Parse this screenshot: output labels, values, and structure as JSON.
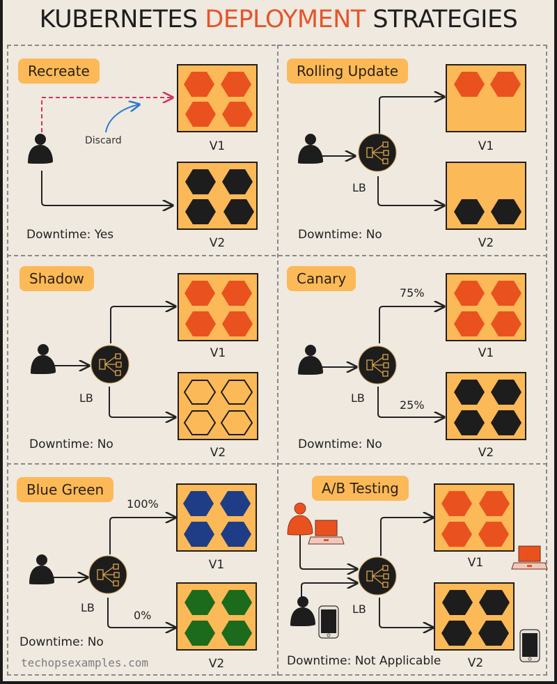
{
  "title": {
    "prefix": "KUBERNETES ",
    "accent": "DEPLOYMENT",
    "suffix": " STRATEGIES"
  },
  "colors": {
    "accent": "#e5552a",
    "pill": "#fcb957",
    "background": "#efe9e0",
    "v1_orange": "#e9521f",
    "v2_black": "#1d1d1d",
    "blue": "#1f3d86",
    "green": "#1c6a1c",
    "discard_arrow": "#d6305f",
    "discard_curve": "#2b7bd1"
  },
  "panels": {
    "recreate": {
      "label": "Recreate",
      "discard": "Discard",
      "v1": "V1",
      "v2": "V2",
      "downtime": "Downtime: Yes"
    },
    "rolling": {
      "label": "Rolling Update",
      "lb": "LB",
      "v1": "V1",
      "v2": "V2",
      "downtime": "Downtime: No"
    },
    "shadow": {
      "label": "Shadow",
      "lb": "LB",
      "v1": "V1",
      "v2": "V2",
      "downtime": "Downtime: No"
    },
    "canary": {
      "label": "Canary",
      "lb": "LB",
      "v1": "V1",
      "v2": "V2",
      "v1_pct": "75%",
      "v2_pct": "25%",
      "downtime": "Downtime: No"
    },
    "bluegreen": {
      "label": "Blue Green",
      "lb": "LB",
      "v1": "V1",
      "v2": "V2",
      "v1_pct": "100%",
      "v2_pct": "0%",
      "downtime": "Downtime: No"
    },
    "abtesting": {
      "label": "A/B Testing",
      "lb": "LB",
      "v1": "V1",
      "v2": "V2",
      "downtime": "Downtime: Not Applicable"
    }
  },
  "watermark": "techopsexamples.com"
}
